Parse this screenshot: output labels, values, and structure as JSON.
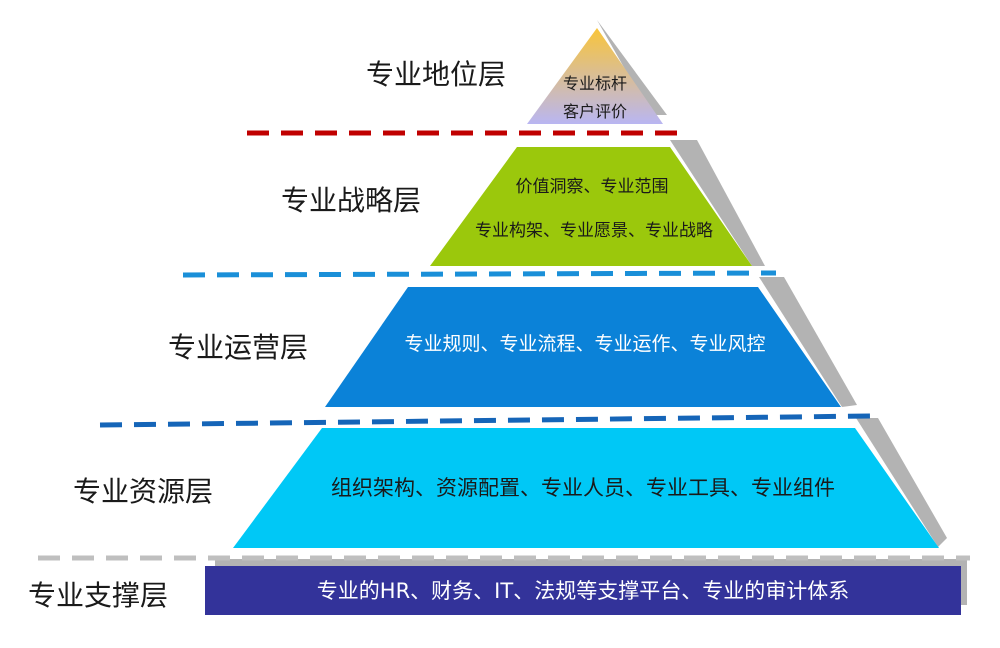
{
  "layers": [
    {
      "label": "专业地位层",
      "lines": [
        "专业标杆",
        "客户评价"
      ]
    },
    {
      "label": "专业战略层",
      "lines": [
        "价值洞察、专业范围",
        "专业构架、专业愿景、专业战略"
      ]
    },
    {
      "label": "专业运营层",
      "lines": [
        "专业规则、专业流程、专业运作、专业风控"
      ]
    },
    {
      "label": "专业资源层",
      "lines": [
        "组织架构、资源配置、专业人员、专业工具、专业组件"
      ]
    },
    {
      "label": "专业支撑层",
      "lines": [
        "专业的HR、财务、IT、法规等支撑平台、专业的审计体系"
      ]
    }
  ],
  "colors": {
    "top_gradient": [
      "#f9c53a",
      "#b9b6f2"
    ],
    "strategy": "#9bc80c",
    "operations": "#0b82d8",
    "resources": "#00c8f6",
    "support": "#33339a",
    "shadow": "#b3b3b3",
    "divider_top": "#c00000",
    "divider_blue": "#1a8fd8",
    "divider_blue_dark": "#1565b8",
    "divider_gray": "#bfbfbf"
  }
}
